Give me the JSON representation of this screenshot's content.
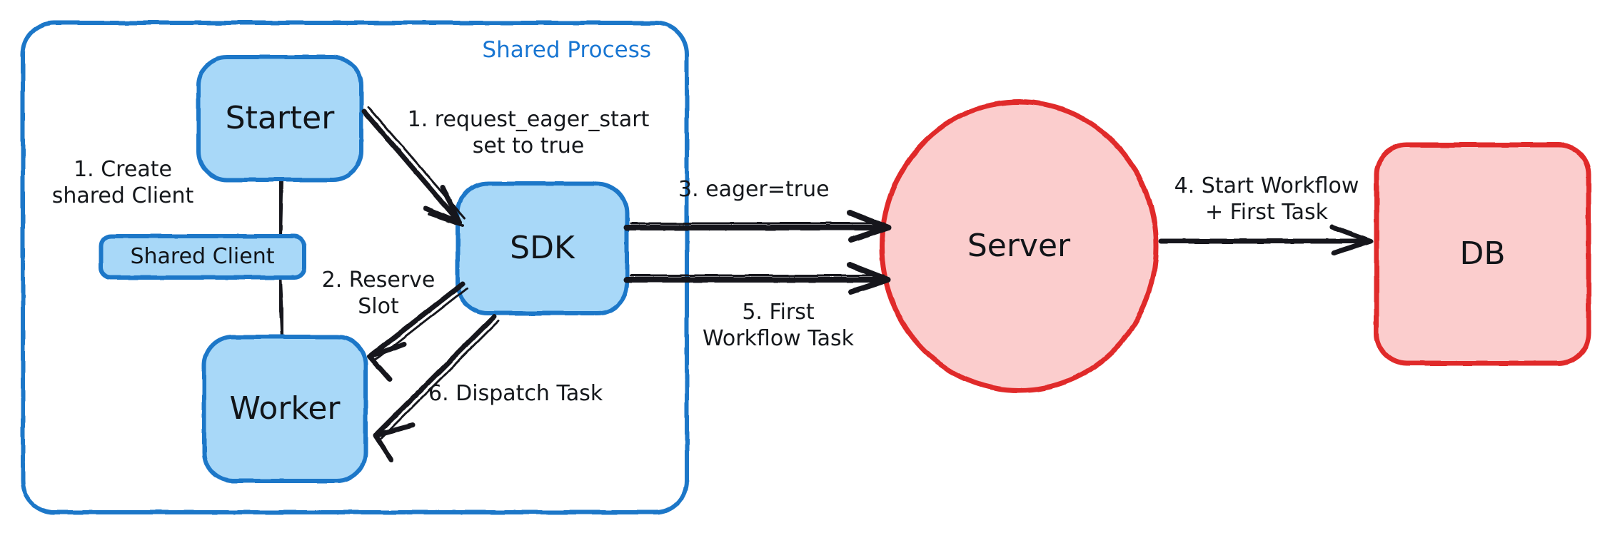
{
  "diagram": {
    "title_text": "Shared Process",
    "background": "#ffffff",
    "colors": {
      "blue_fill": "#a8d8f8",
      "blue_stroke": "#1f77c8",
      "red_fill": "#fbcdcd",
      "red_stroke": "#e02a2a",
      "arrow": "#16191d",
      "group_label": "#1976d2",
      "node_text": "#111418"
    },
    "group": {
      "name": "shared-process",
      "label": "Shared Process"
    },
    "nodes": [
      {
        "id": "starter",
        "label": "Starter",
        "shape": "rounded-rect",
        "fill": "#a8d8f8",
        "stroke": "#1f77c8"
      },
      {
        "id": "shared_client",
        "label": "Shared Client",
        "shape": "rounded-rect",
        "fill": "#a8d8f8",
        "stroke": "#1f77c8"
      },
      {
        "id": "worker",
        "label": "Worker",
        "shape": "rounded-rect",
        "fill": "#a8d8f8",
        "stroke": "#1f77c8"
      },
      {
        "id": "sdk",
        "label": "SDK",
        "shape": "rounded-rect",
        "fill": "#a8d8f8",
        "stroke": "#1f77c8"
      },
      {
        "id": "server",
        "label": "Server",
        "shape": "ellipse",
        "fill": "#fbcdcd",
        "stroke": "#e02a2a"
      },
      {
        "id": "db",
        "label": "DB",
        "shape": "rounded-rect",
        "fill": "#fbcdcd",
        "stroke": "#e02a2a"
      }
    ],
    "edges": [
      {
        "id": "e1",
        "from": "starter",
        "to": "sdk",
        "label": "1. request_eager_start\nset to true",
        "arrow": true
      },
      {
        "id": "e2",
        "from": "starter",
        "to": "shared_client",
        "label": "1. Create\nshared Client",
        "arrow": false
      },
      {
        "id": "e3",
        "from": "shared_client",
        "to": "worker",
        "label": "",
        "arrow": false
      },
      {
        "id": "e4",
        "from": "sdk",
        "to": "worker",
        "label": "2. Reserve\nSlot",
        "arrow": true
      },
      {
        "id": "e5",
        "from": "sdk",
        "to": "server",
        "label": "3. eager=true",
        "arrow": true
      },
      {
        "id": "e6",
        "from": "server",
        "to": "db",
        "label": "4. Start Workflow\n+ First Task",
        "arrow": true
      },
      {
        "id": "e7",
        "from": "server",
        "to": "sdk",
        "label": "5. First\nWorkflow Task",
        "arrow": true
      },
      {
        "id": "e8",
        "from": "sdk",
        "to": "worker",
        "label": "6. Dispatch Task",
        "arrow": true
      }
    ],
    "labels": {
      "create_shared_client": "1. Create\nshared Client",
      "request_eager_start": "1. request_eager_start\nset to true",
      "reserve_slot": "2. Reserve\nSlot",
      "eager_true": "3. eager=true",
      "start_workflow": "4. Start Workflow\n+ First Task",
      "first_workflow_task": "5. First\nWorkflow Task",
      "dispatch_task": "6. Dispatch Task"
    }
  }
}
